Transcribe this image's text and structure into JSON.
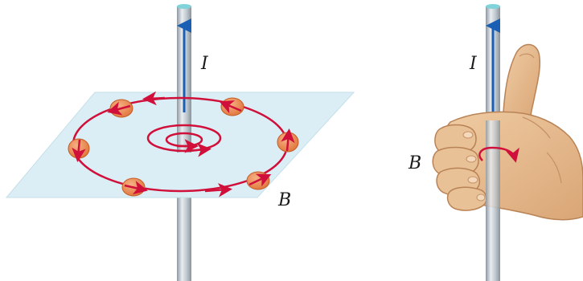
{
  "labels": {
    "current_left": "I",
    "field_left": "B",
    "current_right": "I",
    "field_right": "B"
  },
  "colors": {
    "field_line": "#d0103a",
    "current_arrow": "#1a5fb4",
    "plane_fill": "#dbeef5",
    "wire": "#b9c1c8",
    "compass_fill": "#f08a4b",
    "hand_fill": "#e7bc8d",
    "hand_stroke": "#b98356"
  },
  "icons": {
    "wire": "vertical-conductor",
    "compass": "compass-needle",
    "hand": "thumbs-up-right-hand"
  }
}
